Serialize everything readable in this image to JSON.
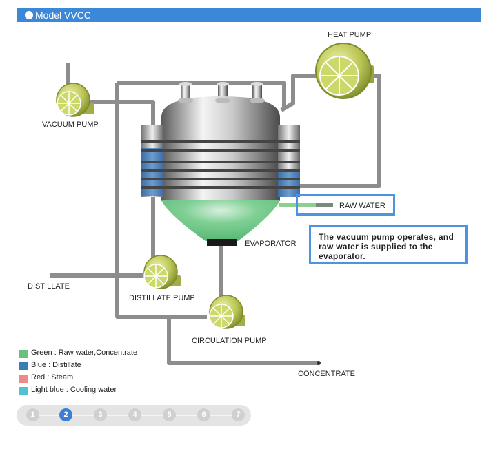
{
  "header": {
    "title": "Model VVCC",
    "color": "#3b87d8"
  },
  "labels": {
    "heat_pump": "HEAT PUMP",
    "vacuum_pump": "VACUUM PUMP",
    "raw_water": "RAW WATER",
    "evaporator": "EVAPORATOR",
    "distillate": "DISTILLATE",
    "distillate_pump": "DISTILLATE PUMP",
    "circulation_pump": "CIRCULATION PUMP",
    "concentrate": "CONCENTRATE"
  },
  "callout": {
    "text": "The vacuum pump operates, and raw water is supplied to the evaporator."
  },
  "legend": [
    {
      "label": "Green : Raw water,Concentrate",
      "color": "#66c27e"
    },
    {
      "label": "Blue : Distillate",
      "color": "#3a7db5"
    },
    {
      "label": "Red : Steam",
      "color": "#f08a8a"
    },
    {
      "label": "Light blue : Cooling water",
      "color": "#4fc3cf"
    }
  ],
  "steps": {
    "items": [
      "1",
      "2",
      "3",
      "4",
      "5",
      "6",
      "7"
    ],
    "active": "2"
  }
}
